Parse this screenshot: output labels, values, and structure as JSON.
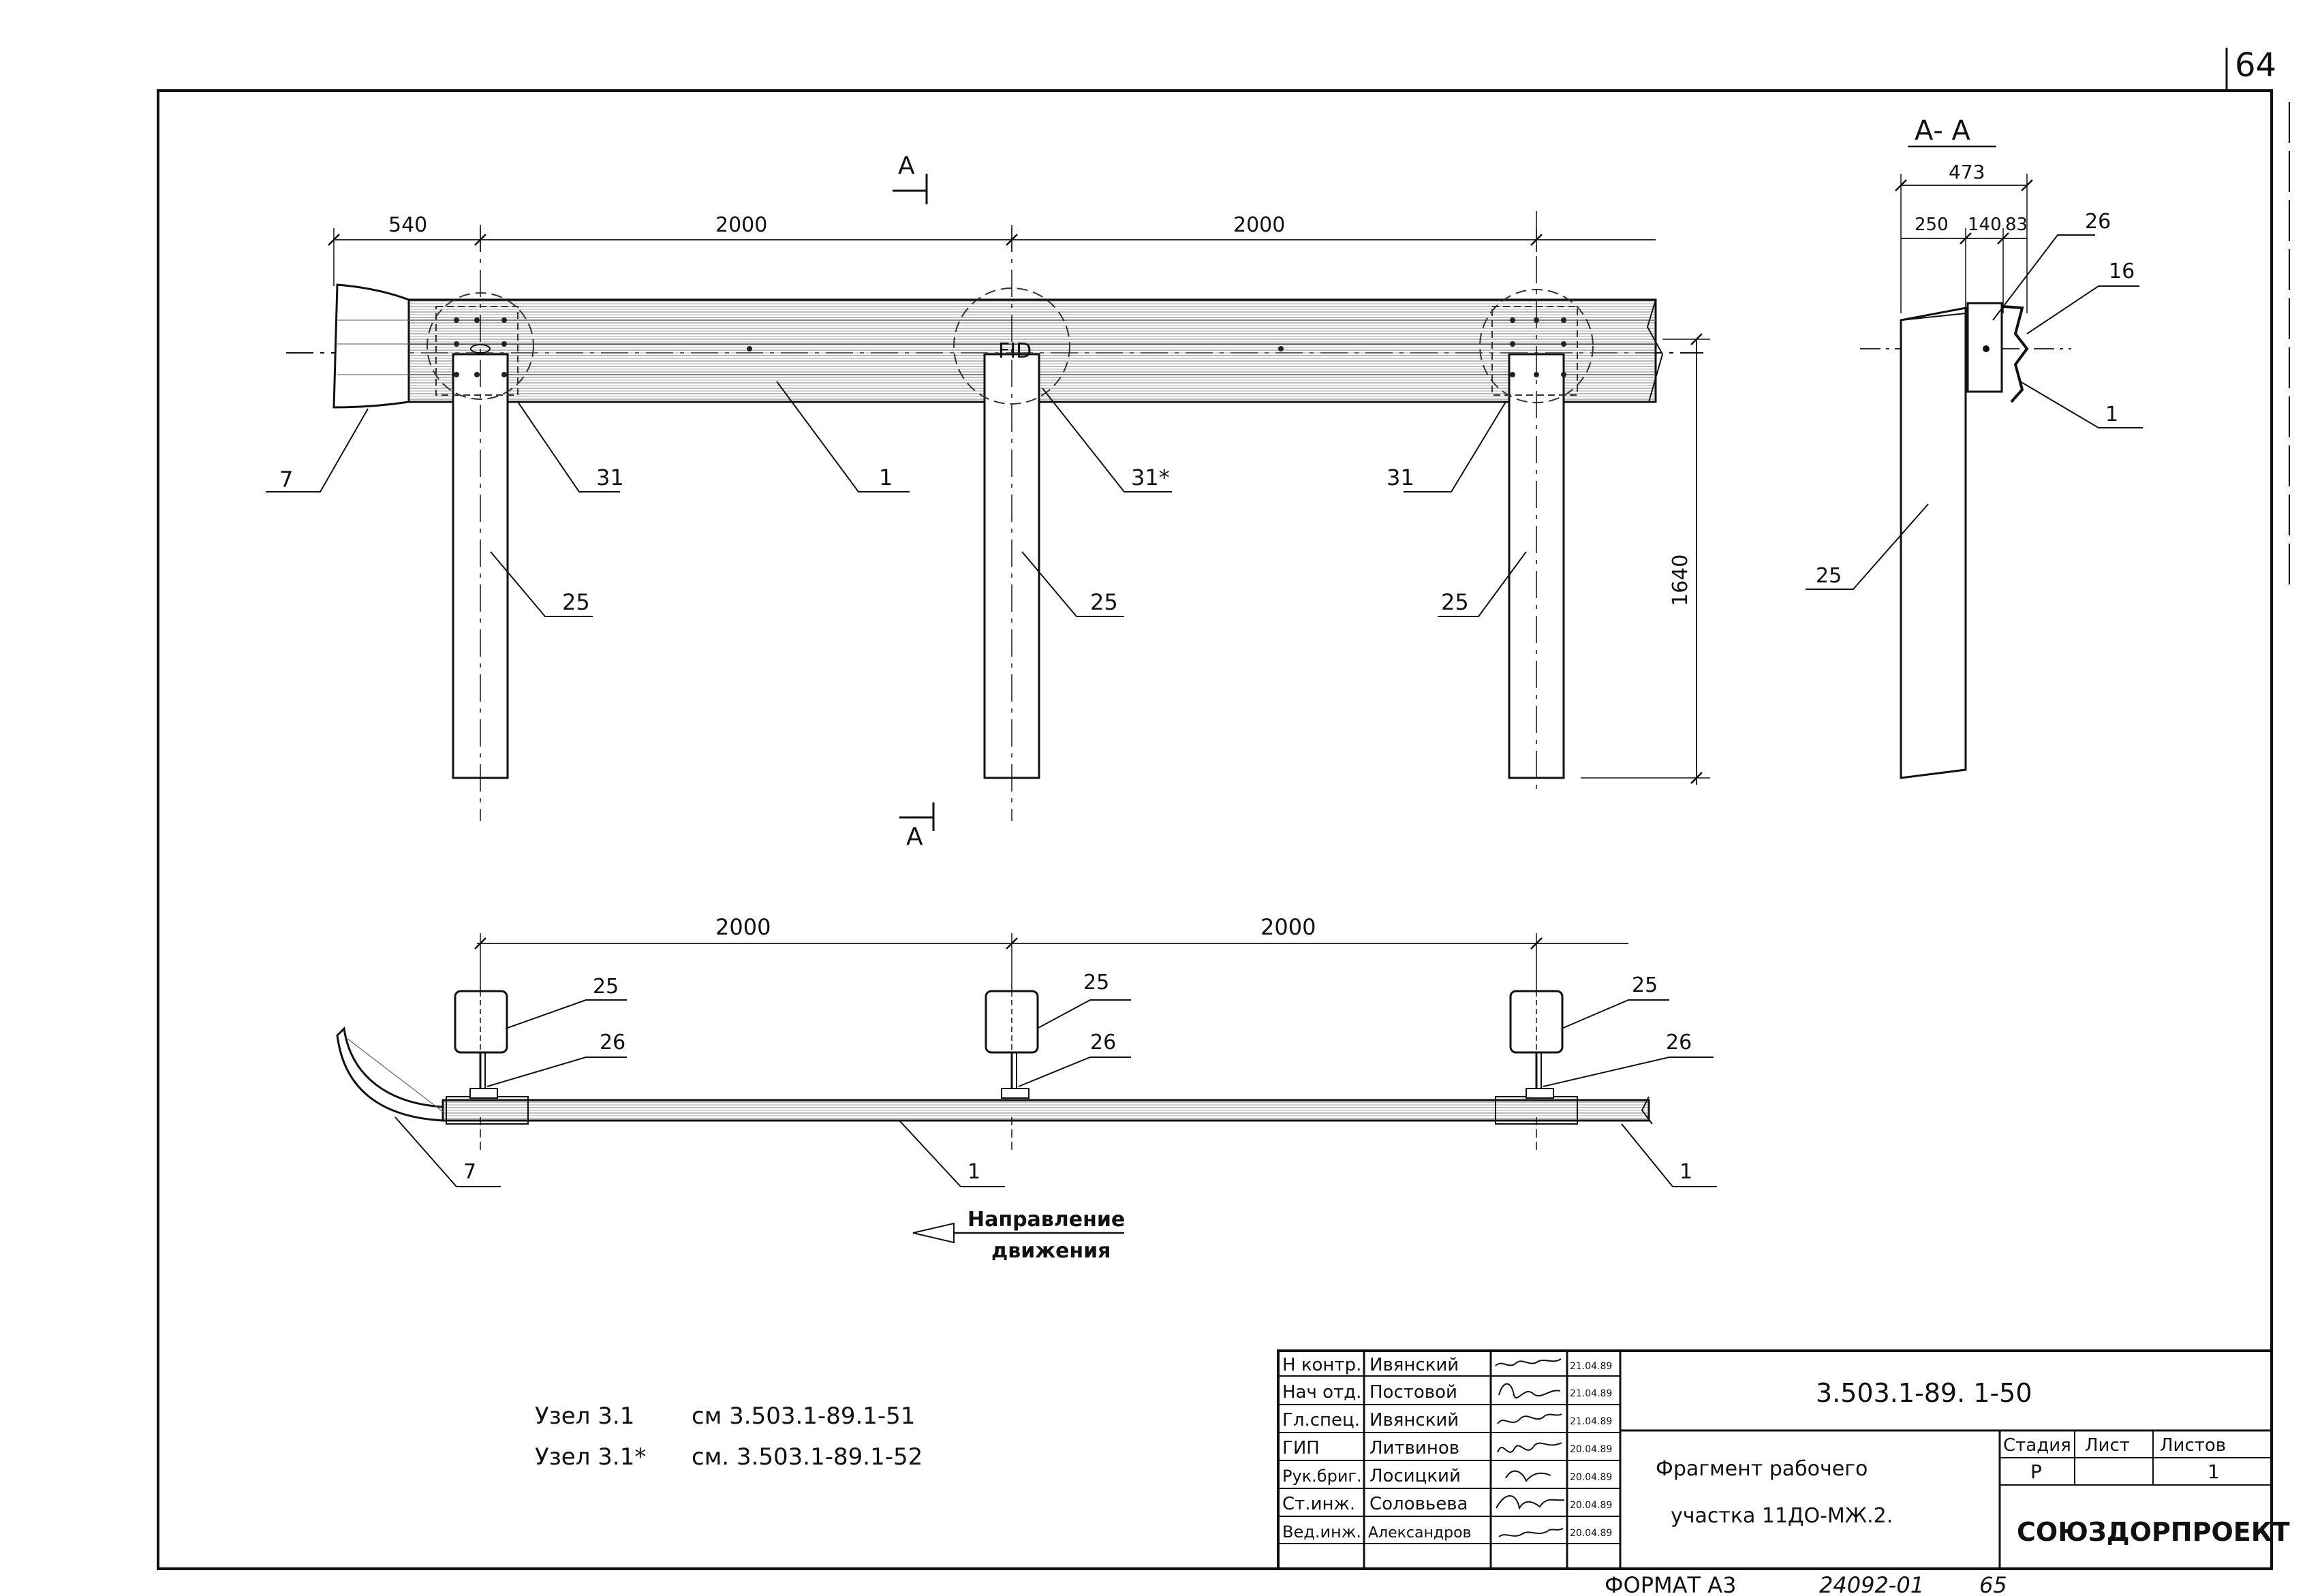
{
  "sheet": {
    "page_number": "64",
    "format": "ФОРМАТ А3",
    "inventory": "24092-01",
    "copy": "65"
  },
  "section": {
    "cut_mark": "А",
    "title": "А- А",
    "dims": {
      "total": "473",
      "d1": "250",
      "d2": "140",
      "d3": "83"
    },
    "callouts": {
      "c26": "26",
      "c16": "16",
      "c1": "1",
      "c25": "25"
    }
  },
  "elevation": {
    "dims": {
      "left": "540",
      "span1": "2000",
      "span2": "2000",
      "height": "1640"
    },
    "callouts": {
      "c7": "7",
      "c31a": "31",
      "c1": "1",
      "c31star": "31*",
      "c31b": "31",
      "c25a": "25",
      "c25b": "25",
      "c25c": "25"
    },
    "post_mark": "FID"
  },
  "plan": {
    "dims": {
      "span1": "2000",
      "span2": "2000"
    },
    "callouts": {
      "c25a": "25",
      "c25b": "25",
      "c25c": "25",
      "c26a": "26",
      "c26b": "26",
      "c26c": "26",
      "c7": "7",
      "c1a": "1",
      "c1b": "1"
    },
    "direction_line1": "Направление",
    "direction_line2": "движения"
  },
  "notes": [
    {
      "label": "Узел 3.1",
      "ref": "см 3.503.1-89.1-51"
    },
    {
      "label": "Узел 3.1*",
      "ref": "см. 3.503.1-89.1-52"
    }
  ],
  "title_block": {
    "doc_code": "3.503.1-89. 1-50",
    "title_line1": "Фрагмент рабочего",
    "title_line2": "участка 11ДО-МЖ.2.",
    "org": "СОЮЗДОРПРОЕКТ",
    "stage_label": "Стадия",
    "sheet_label": "Лист",
    "sheets_label": "Листов",
    "stage": "Р",
    "sheet": "",
    "sheets": "1",
    "people": [
      {
        "role": "Н контр.",
        "name": "Ивянский",
        "date": "21.04.89"
      },
      {
        "role": "Нач отд.",
        "name": "Постовой",
        "date": "21.04.89"
      },
      {
        "role": "Гл.спец.",
        "name": "Ивянский",
        "date": "21.04.89"
      },
      {
        "role": "ГИП",
        "name": "Литвинов",
        "date": "20.04.89"
      },
      {
        "role": "Рук.бриг.",
        "name": "Лосицкий",
        "date": "20.04.89"
      },
      {
        "role": "Ст.инж.",
        "name": "Соловьева",
        "date": "20.04.89"
      },
      {
        "role": "Вед.инж.",
        "name": "Александров",
        "date": "20.04.89"
      }
    ]
  }
}
